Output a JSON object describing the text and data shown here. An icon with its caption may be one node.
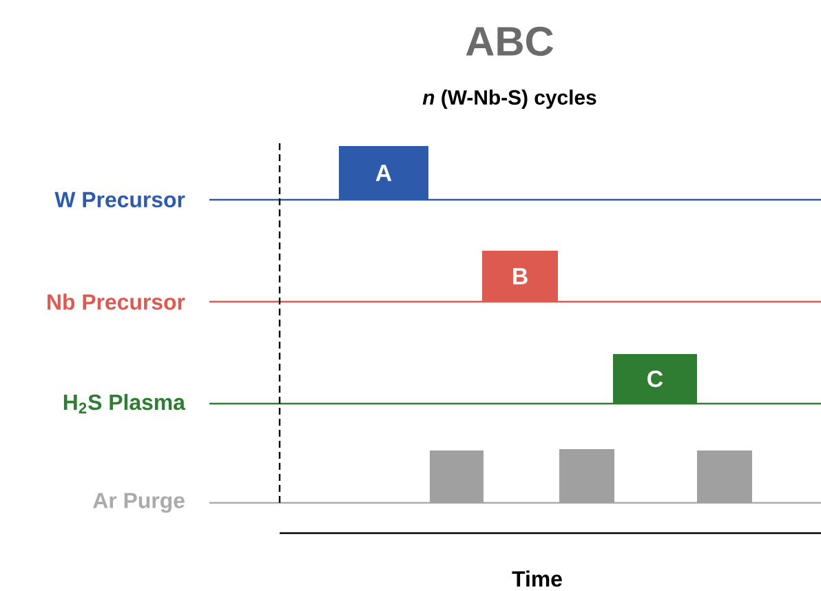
{
  "diagram": {
    "title": "ABC",
    "nodes": [
      {
        "text": [
          "A"
        ]
      },
      {
        "text": [
          "B"
        ]
      },
      {
        "text": [
          "C"
        ]
      },
      {
        "text": [],
        "shape": "bar"
      },
      {
        "text": [],
        "shape": "bar"
      },
      {
        "text": [],
        "shape": "bar"
      }
    ],
    "edges": [],
    "labels": [
      "*n* (W-Nb-S) cycles",
      "W Precursor",
      "Nb Precursor",
      "H$_{2}$S Plasma",
      "Ar Purge",
      "Time"
    ]
  }
}
